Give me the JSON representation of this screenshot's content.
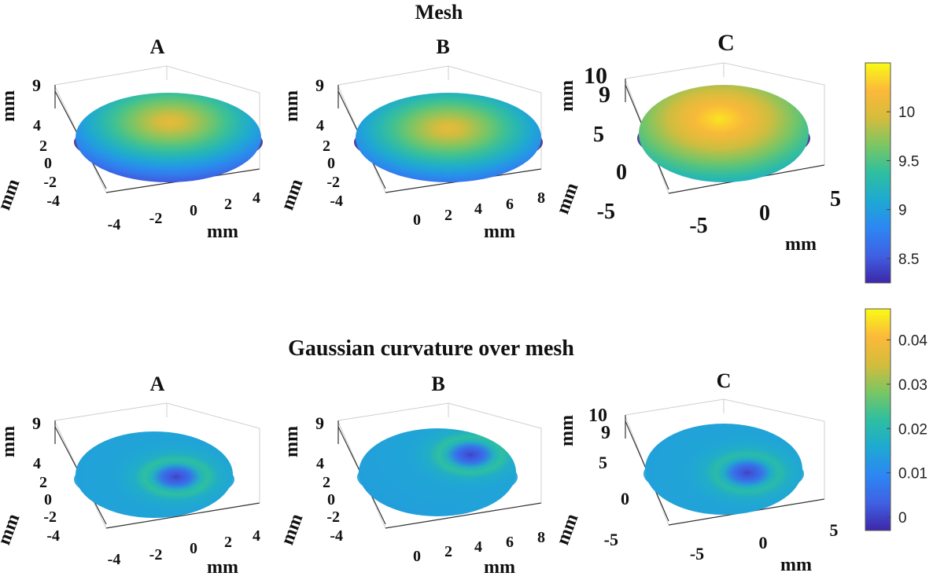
{
  "titles": {
    "mesh": "Mesh",
    "curvature": "Gaussian curvature over mesh"
  },
  "colormap_stops": [
    "#3e26a8",
    "#3f61e4",
    "#2c87f3",
    "#1ea9d2",
    "#2ebfa0",
    "#7ac663",
    "#d5bc3c",
    "#fcb93a",
    "#f9fb15"
  ],
  "chart_data": [
    {
      "type": "surface",
      "panel": "A",
      "row": "mesh",
      "xlabel": "mm",
      "ylabel": "mm",
      "zlabel": "mm",
      "xticks": [
        "-4",
        "-2",
        "0",
        "2",
        "4"
      ],
      "yticks": [
        "4",
        "2",
        "0",
        "-2",
        "-4"
      ],
      "zticks": [
        "9"
      ],
      "peak": 10.05,
      "edge": 8.3,
      "peak_offset": [
        0.02,
        -0.35
      ]
    },
    {
      "type": "surface",
      "panel": "B",
      "row": "mesh",
      "xlabel": "mm",
      "ylabel": "mm",
      "zlabel": "mm",
      "xticks": [
        "0",
        "2",
        "4",
        "6",
        "8"
      ],
      "yticks": [
        "4",
        "2",
        "0",
        "-2",
        "-4"
      ],
      "zticks": [
        "9"
      ],
      "peak": 10.05,
      "edge": 8.3,
      "peak_offset": [
        0.0,
        -0.2
      ]
    },
    {
      "type": "surface",
      "panel": "C",
      "row": "mesh",
      "xlabel": "mm",
      "ylabel": "mm",
      "zlabel": "mm",
      "xticks": [
        "-5",
        "0",
        "5"
      ],
      "yticks": [
        "5",
        "0",
        "-5"
      ],
      "zticks": [
        "10",
        "9"
      ],
      "peak": 10.4,
      "edge": 9.0,
      "peak_offset": [
        -0.05,
        -0.3
      ]
    },
    {
      "type": "surface",
      "panel": "A",
      "row": "curvature",
      "xlabel": "mm",
      "ylabel": "mm",
      "zlabel": "mm",
      "xticks": [
        "-4",
        "-2",
        "0",
        "2",
        "4"
      ],
      "yticks": [
        "4",
        "2",
        "0",
        "-2",
        "-4"
      ],
      "zticks": [
        "9"
      ],
      "base": 0.014,
      "ring": 0.022,
      "min": 0.0,
      "spot_offset": [
        0.28,
        0.05
      ]
    },
    {
      "type": "surface",
      "panel": "B",
      "row": "curvature",
      "xlabel": "mm",
      "ylabel": "mm",
      "zlabel": "mm",
      "xticks": [
        "0",
        "2",
        "4",
        "6",
        "8"
      ],
      "yticks": [
        "4",
        "2",
        "0",
        "-2",
        "-4"
      ],
      "zticks": [
        "9"
      ],
      "base": 0.014,
      "ring": 0.022,
      "min": 0.0,
      "spot_offset": [
        0.42,
        -0.4
      ]
    },
    {
      "type": "surface",
      "panel": "C",
      "row": "curvature",
      "xlabel": "mm",
      "ylabel": "mm",
      "zlabel": "mm",
      "xticks": [
        "-5",
        "0",
        "5"
      ],
      "yticks": [
        "5",
        "0",
        "-5"
      ],
      "zticks": [
        "10",
        "9"
      ],
      "base": 0.014,
      "ring": 0.021,
      "min": 0.0,
      "spot_offset": [
        0.3,
        0.08
      ]
    }
  ],
  "colorbars": [
    {
      "row": "mesh",
      "min": 8.25,
      "max": 10.5,
      "ticks": [
        "10",
        "9.5",
        "9",
        "8.5"
      ],
      "tick_values": [
        10,
        9.5,
        9,
        8.5
      ]
    },
    {
      "row": "curvature",
      "min": -0.003,
      "max": 0.047,
      "ticks": [
        "0.04",
        "0.03",
        "0.02",
        "0.01",
        "0"
      ],
      "tick_values": [
        0.04,
        0.03,
        0.02,
        0.01,
        0
      ]
    }
  ]
}
